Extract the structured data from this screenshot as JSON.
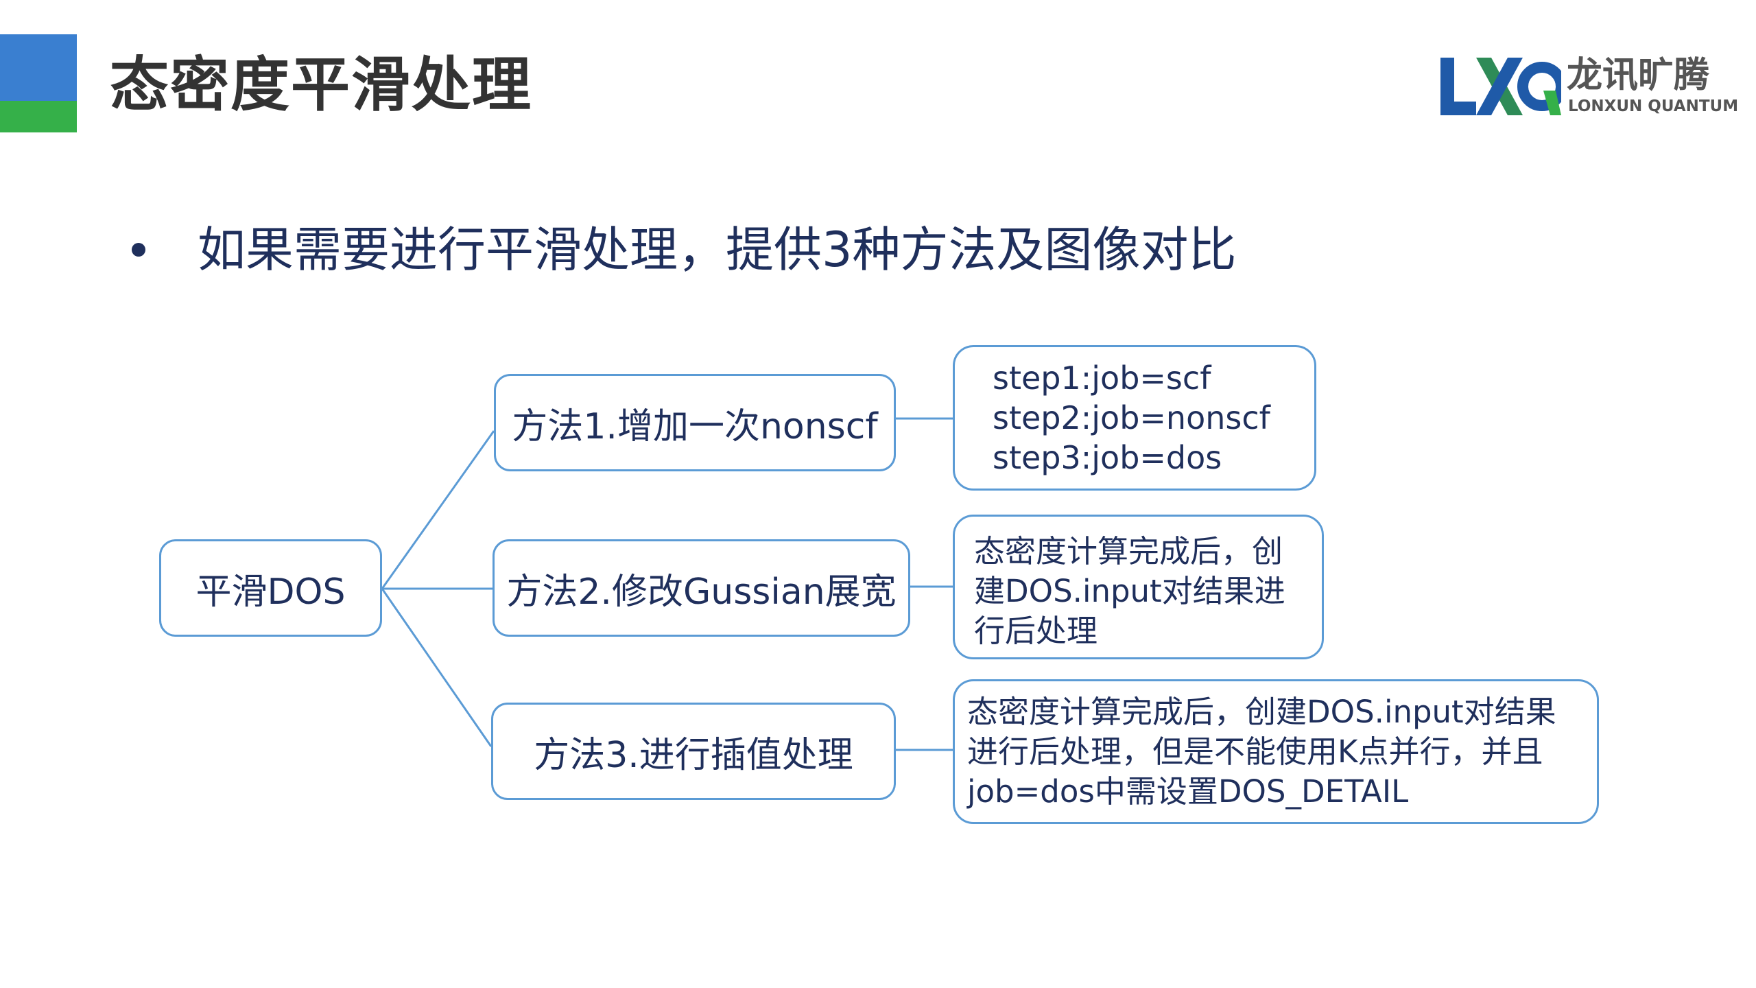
{
  "header": {
    "title": "态密度平滑处理",
    "accent_colors": {
      "top": "#3a7fd0",
      "bottom": "#35b049"
    }
  },
  "logo": {
    "mark": "LXQ",
    "name_cn": "龙讯旷腾",
    "name_en": "LONXUN QUANTUM"
  },
  "bullet": {
    "text": "如果需要进行平滑处理，提供3种方法及图像对比"
  },
  "diagram": {
    "root": {
      "label": "平滑DOS"
    },
    "methods": [
      {
        "label": "方法1.增加一次nonscf",
        "note_lines": [
          "step1:job=scf",
          "step2:job=nonscf",
          "step3:job=dos"
        ]
      },
      {
        "label": "方法2.修改Gussian展宽",
        "note_lines": [
          "态密度计算完成后，创",
          "建DOS.input对结果进",
          "行后处理"
        ]
      },
      {
        "label": "方法3.进行插值处理",
        "note_lines": [
          "态密度计算完成后，创建DOS.input对结果",
          "进行后处理，但是不能使用K点并行，并且",
          "job=dos中需设置DOS_DETAIL"
        ]
      }
    ],
    "colors": {
      "border": "#5b9bd5",
      "text": "#1f2f5c"
    }
  }
}
